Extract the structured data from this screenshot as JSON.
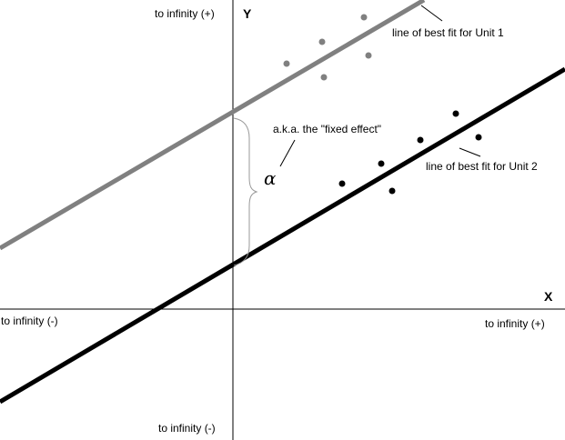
{
  "axes": {
    "y_name": "Y",
    "x_name": "X",
    "y_pos_label": "to infinity (+)",
    "y_neg_label": "to infinity (-)",
    "x_pos_label": "to infinity (+)",
    "x_neg_label": "to infinity (-)"
  },
  "lines": {
    "unit1_label": "line of best fit for Unit 1",
    "unit2_label": "line of best fit for Unit 2",
    "unit1_color": "#808080",
    "unit2_color": "#000000"
  },
  "annotation": {
    "alpha_symbol": "α",
    "fixed_effect_label": "a.k.a. the \"fixed effect\""
  },
  "points": {
    "unit1_color": "#808080",
    "unit2_color": "#000000"
  }
}
